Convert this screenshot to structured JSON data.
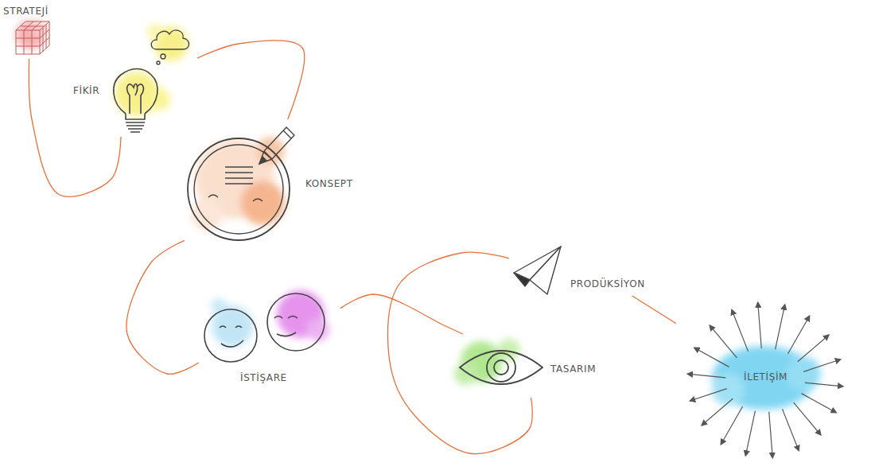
{
  "diagram": {
    "nodes": [
      {
        "text": [
          "STRATEJİ"
        ]
      },
      {
        "text": [
          "FİKİR"
        ]
      },
      {
        "text": [
          "KONSEPT"
        ]
      },
      {
        "text": [
          "İSTİŞARE"
        ]
      },
      {
        "text": [
          "TASARIM"
        ]
      },
      {
        "text": [
          "PRODÜKSİYON"
        ]
      },
      {
        "text": [
          "İLETİŞİM"
        ]
      }
    ],
    "edges": [
      {
        "from": 0,
        "to": 1,
        "arrow": "none"
      },
      {
        "from": 1,
        "to": 2,
        "arrow": "none"
      },
      {
        "from": 2,
        "to": 3,
        "arrow": "none"
      },
      {
        "from": 3,
        "to": 4,
        "arrow": "none"
      },
      {
        "from": 4,
        "to": 5,
        "arrow": "none"
      },
      {
        "from": 5,
        "to": 6,
        "arrow": "none"
      }
    ]
  }
}
